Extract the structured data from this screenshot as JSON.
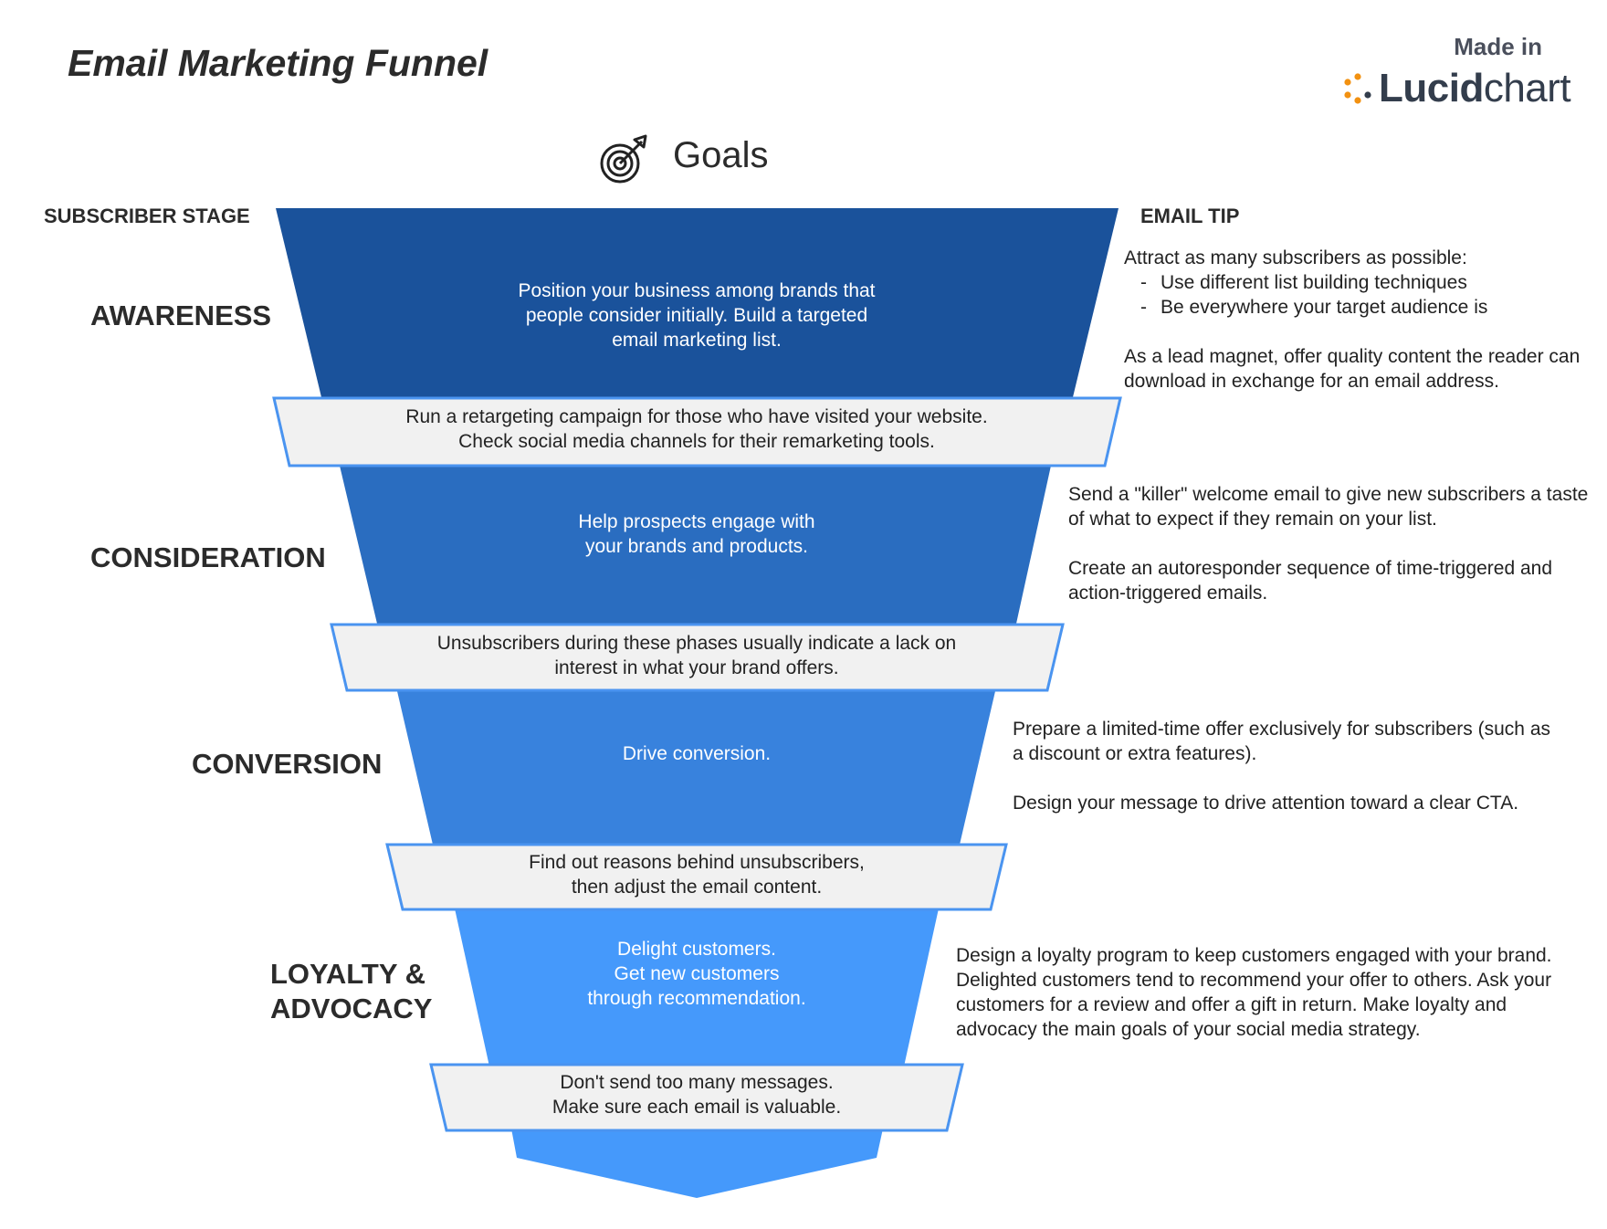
{
  "title": "Email Marketing Funnel",
  "badge": {
    "made_in": "Made in",
    "brand_bold": "Lucid",
    "brand_light": "chart"
  },
  "goals": {
    "label": "Goals",
    "icon": "target-arrow-icon"
  },
  "headers": {
    "left": "SUBSCRIBER STAGE",
    "right": "EMAIL TIP"
  },
  "stages": [
    {
      "name": "AWARENESS",
      "goal": "Position your business among brands that\npeople consider initially. Build a targeted\nemail marketing list.",
      "color": "#1a529b"
    },
    {
      "name": "CONSIDERATION",
      "goal": "Help prospects engage with\nyour brands and products.",
      "color": "#2a6dc0"
    },
    {
      "name": "CONVERSION",
      "goal": "Drive conversion.",
      "color": "#3882dd"
    },
    {
      "name": "LOYALTY &\nADVOCACY",
      "goal": "Delight customers.\nGet new customers\nthrough recommendation.",
      "color": "#4599fb"
    }
  ],
  "bands": [
    "Run a retargeting campaign for those who have visited your website.\nCheck social media channels for their remarketing tools.",
    "Unsubscribers during these phases usually indicate a lack on\ninterest in what your brand offers.",
    "Find out reasons behind unsubscribers,\nthen adjust the email content.",
    "Don't send too many messages.\nMake sure each email is valuable."
  ],
  "tips": {
    "awareness": {
      "intro": "Attract as many subscribers as possible:",
      "items": [
        "Use different list building techniques",
        "Be everywhere your target audience is"
      ],
      "extra": "As a lead magnet, offer quality content the reader can download in exchange for an email address."
    },
    "consideration": [
      "Send a \"killer\" welcome email to give new subscribers a taste of what to expect if they remain on your list.",
      "Create an autoresponder sequence of time-triggered and action-triggered emails."
    ],
    "conversion": [
      "Prepare a limited-time offer exclusively for subscribers (such as a discount or extra features).",
      "Design your message to drive attention toward a clear CTA."
    ],
    "loyalty": [
      "Design a loyalty program to keep customers engaged with your brand. Delighted customers tend to recommend your offer to others. Ask your customers for a review and offer a gift in return. Make loyalty and advocacy the main goals of your social media strategy."
    ]
  },
  "colors": {
    "band_fill": "#f1f1f1",
    "band_stroke": "#4a94f0",
    "accent_orange": "#f29111"
  }
}
